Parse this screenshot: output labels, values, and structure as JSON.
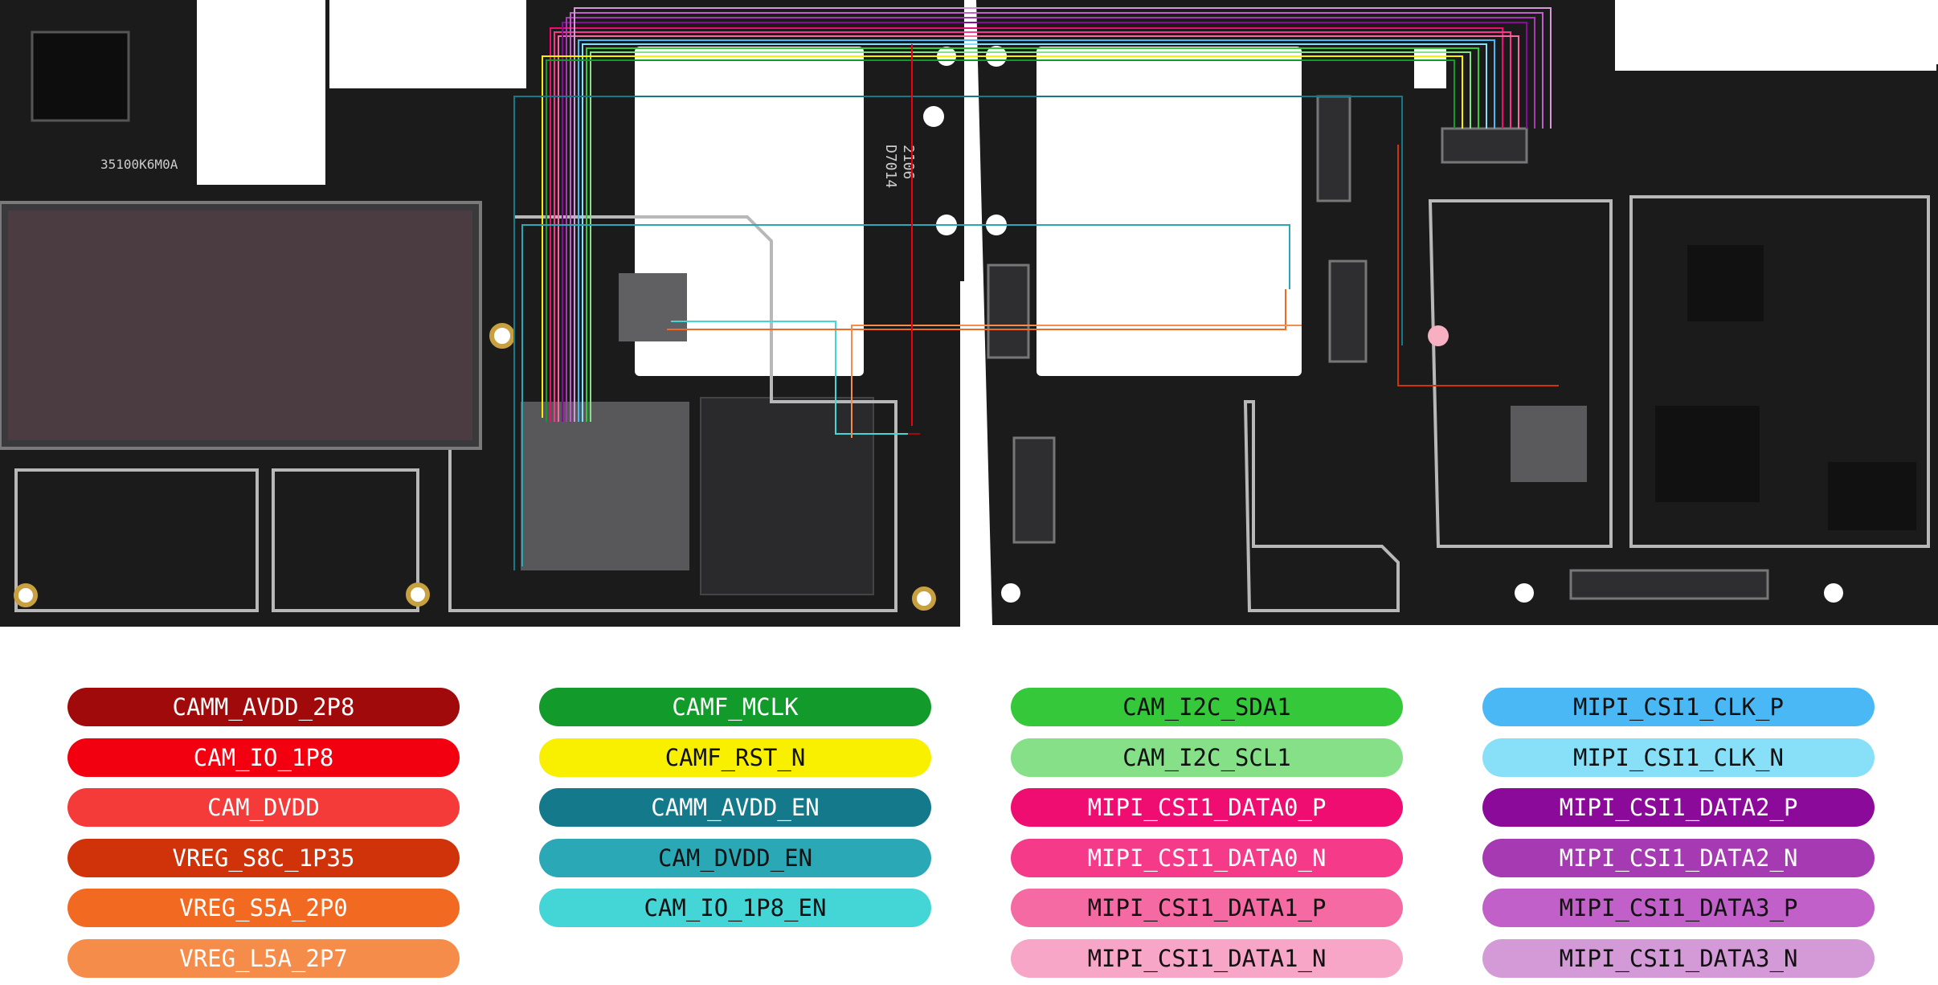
{
  "board": {
    "silkscreen_left": "35100K6M0A",
    "silkscreen_mid": "2106",
    "silkscreen_mid2": "D7014"
  },
  "legend": {
    "columns": [
      [
        {
          "label": "CAMM_AVDD_2P8",
          "color": "#a10a0a",
          "text": "#ffffff"
        },
        {
          "label": "CAM_IO_1P8",
          "color": "#f2000f",
          "text": "#ffffff"
        },
        {
          "label": "CAM_DVDD",
          "color": "#f53a3a",
          "text": "#ffffff"
        },
        {
          "label": "VREG_S8C_1P35",
          "color": "#d0320a",
          "text": "#ffffff"
        },
        {
          "label": "VREG_S5A_2P0",
          "color": "#f26a22",
          "text": "#ffffff"
        },
        {
          "label": "VREG_L5A_2P7",
          "color": "#f58c4a",
          "text": "#ffffff"
        }
      ],
      [
        {
          "label": "CAMF_MCLK",
          "color": "#129a2a",
          "text": "#ffffff"
        },
        {
          "label": "CAMF_RST_N",
          "color": "#f9f000",
          "text": "#111111"
        },
        {
          "label": "CAMM_AVDD_EN",
          "color": "#15798c",
          "text": "#ffffff"
        },
        {
          "label": "CAM_DVDD_EN",
          "color": "#2aa8b6",
          "text": "#111111"
        },
        {
          "label": "CAM_IO_1P8_EN",
          "color": "#44d6d6",
          "text": "#111111"
        }
      ],
      [
        {
          "label": "CAM_I2C_SDA1",
          "color": "#34c83a",
          "text": "#111111"
        },
        {
          "label": "CAM_I2C_SCL1",
          "color": "#86e088",
          "text": "#111111"
        },
        {
          "label": "MIPI_CSI1_DATA0_P",
          "color": "#f00d72",
          "text": "#ffffff"
        },
        {
          "label": "MIPI_CSI1_DATA0_N",
          "color": "#f53a8a",
          "text": "#ffffff"
        },
        {
          "label": "MIPI_CSI1_DATA1_P",
          "color": "#f56aa2",
          "text": "#111111"
        },
        {
          "label": "MIPI_CSI1_DATA1_N",
          "color": "#f8a6c8",
          "text": "#111111"
        }
      ],
      [
        {
          "label": "MIPI_CSI1_CLK_P",
          "color": "#4ab8f5",
          "text": "#111111"
        },
        {
          "label": "MIPI_CSI1_CLK_N",
          "color": "#88e0f8",
          "text": "#111111"
        },
        {
          "label": "MIPI_CSI1_DATA2_P",
          "color": "#8c0a9a",
          "text": "#ffffff"
        },
        {
          "label": "MIPI_CSI1_DATA2_N",
          "color": "#a63ab2",
          "text": "#ffffff"
        },
        {
          "label": "MIPI_CSI1_DATA3_P",
          "color": "#c060c8",
          "text": "#111111"
        },
        {
          "label": "MIPI_CSI1_DATA3_N",
          "color": "#d49ad8",
          "text": "#111111"
        }
      ]
    ]
  }
}
